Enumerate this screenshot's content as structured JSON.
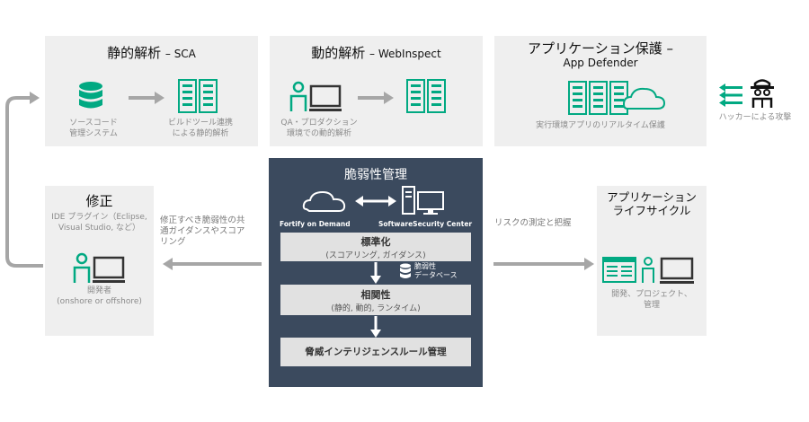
{
  "static_analysis": {
    "title": "静的解析",
    "subtitle": "– SCA",
    "source_caption": "ソースコード\n管理システム",
    "build_caption": "ビルドツール連携\nによる静的解析"
  },
  "dynamic_analysis": {
    "title": "動的解析",
    "subtitle": "– WebInspect",
    "caption": "QA・プロダクション\n環境での動的解析"
  },
  "app_protection": {
    "title": "アプリケーション保護 –",
    "subtitle": "App Defender",
    "caption": "実行環境アプリのリアルタイム保護"
  },
  "hacker": {
    "caption": "ハッカーによる攻撃"
  },
  "fix": {
    "title": "修正",
    "ide_caption": "IDE プラグイン（Eclipse,\nVisual Studio, など）",
    "dev_caption": "開発者\n(onshore or offshore)"
  },
  "vuln_mgmt": {
    "title": "脆弱性管理",
    "fod_label": "Fortify on Demand",
    "ssc_label": "SoftwareSecurity Center",
    "standardize": {
      "title": "標準化",
      "sub": "(スコアリング, ガイダンス)"
    },
    "db_caption": "脆弱性\nデータベース",
    "correlation": {
      "title": "相関性",
      "sub": "(静的, 動的, ランタイム)"
    },
    "threat_title": "脅威インテリジェンスルール管理"
  },
  "lifecycle": {
    "title": "アプリケーション\nライフサイクル",
    "caption": "開発、プロジェクト、\n管理"
  },
  "flow_notes": {
    "left": "修正すべき脆弱性の共\n通ガイダンスやスコア\nリング",
    "right": "リスクの測定と把握"
  },
  "colors": {
    "accent_green": "#01a982",
    "panel_bg": "#efefef",
    "dark_panel": "#3b4a5e",
    "arrow_gray": "#a6a6a6"
  }
}
